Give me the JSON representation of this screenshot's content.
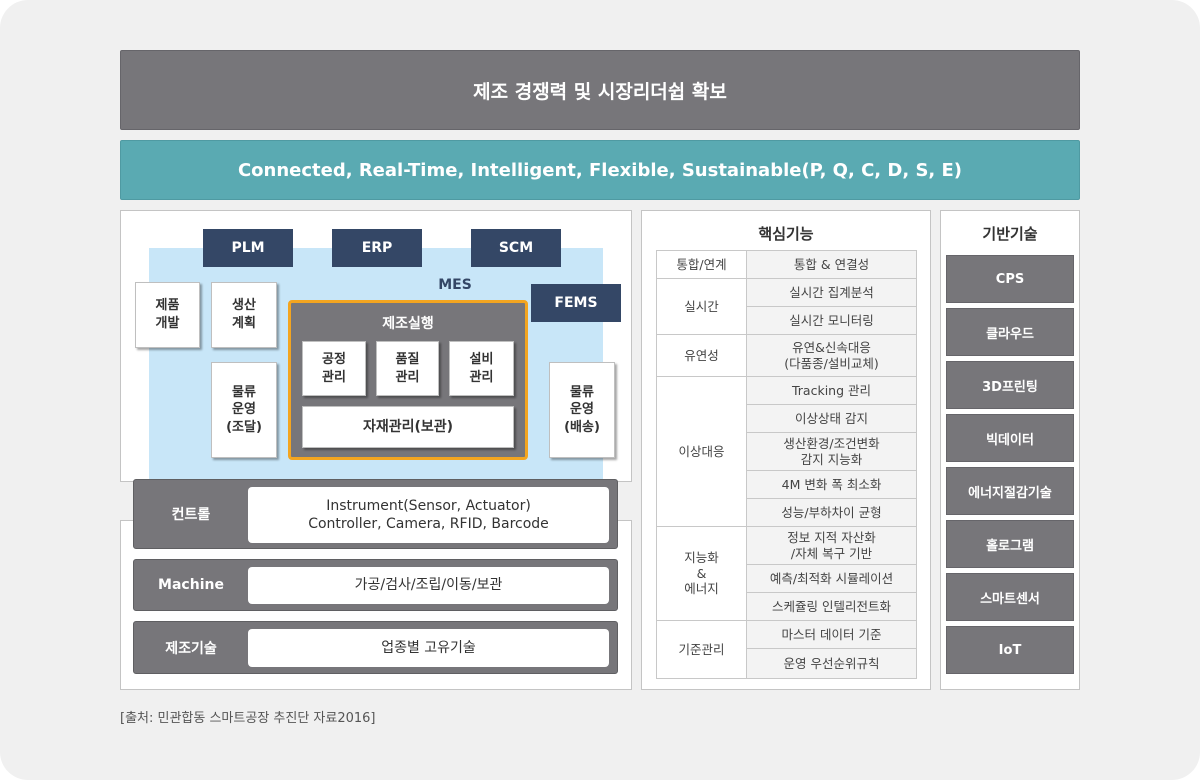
{
  "top_banner": "제조 경쟁력 및 시장리더쉽 확보",
  "second_banner": "Connected, Real-Time, Intelligent, Flexible, Sustainable(P, Q, C, D, S, E)",
  "systems": {
    "plm": "PLM",
    "erp": "ERP",
    "scm": "SCM",
    "mes": "MES",
    "fems": "FEMS"
  },
  "left_cards": {
    "product_dev": "제품\n개발",
    "production_plan": "생산\n계획",
    "logistics_procure": "물류\n운영\n(조달)",
    "logistics_delivery": "물류\n운영\n(배송)"
  },
  "manufacturing_exec": {
    "title": "제조실행",
    "process": "공정\n관리",
    "quality": "품질\n관리",
    "equipment": "설비\n관리",
    "material": "자재관리(보관)"
  },
  "layers": [
    {
      "label": "컨트롤",
      "content": "Instrument(Sensor, Actuator)\nController, Camera, RFID, Barcode"
    },
    {
      "label": "Machine",
      "content": "가공/검사/조립/이동/보관"
    },
    {
      "label": "제조기술",
      "content": "업종별 고유기술"
    }
  ],
  "core_functions": {
    "title": "핵심기능",
    "groups": [
      {
        "category": "통합/연계",
        "items": [
          "통합 & 연결성"
        ]
      },
      {
        "category": "실시간",
        "items": [
          "실시간 집계분석",
          "실시간 모니터링"
        ]
      },
      {
        "category": "유연성",
        "items": [
          "유연&신속대응\n(다품종/설비교체)"
        ]
      },
      {
        "category": "이상대응",
        "items": [
          "Tracking 관리",
          "이상상태 감지",
          "생산환경/조건변화\n감지 지능화",
          "4M 변화 폭 최소화",
          "성능/부하차이 균형"
        ]
      },
      {
        "category": "지능화\n&\n에너지",
        "items": [
          "정보 지적 자산화\n/자체 복구 기반",
          "예측/최적화 시뮬레이션",
          "스케쥴링 인텔리전트화"
        ]
      },
      {
        "category": "기준관리",
        "items": [
          "마스터 데이터 기준",
          "운영 우선순위규칙"
        ]
      }
    ]
  },
  "base_tech": {
    "title": "기반기술",
    "items": [
      "CPS",
      "클라우드",
      "3D프린팅",
      "빅데이터",
      "에너지절감기술",
      "홀로그램",
      "스마트센서",
      "IoT"
    ]
  },
  "source": "[출처: 민관합동 스마트공장 추진단 자료2016]",
  "colors": {
    "gray_box": "#77767a",
    "teal": "#5aaab2",
    "navy": "#344766",
    "mes_bg": "#c8e6f8",
    "highlight": "#f3a520"
  }
}
